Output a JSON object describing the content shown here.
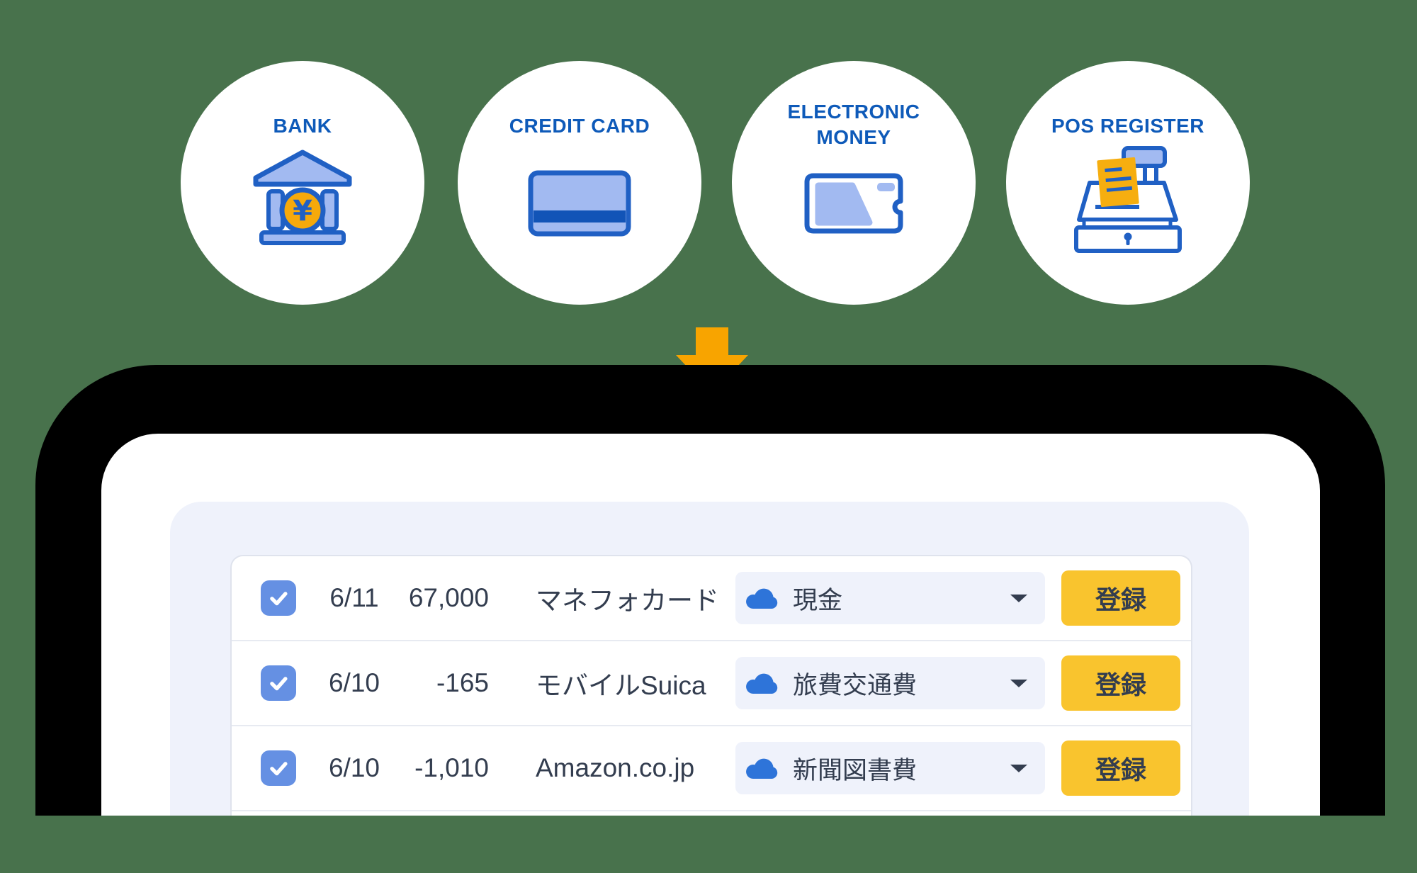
{
  "sources": [
    {
      "label": "BANK",
      "icon": "bank-icon"
    },
    {
      "label": "CREDIT CARD",
      "icon": "credit-card-icon"
    },
    {
      "label": "ELECTRONIC MONEY",
      "icon": "electronic-money-icon"
    },
    {
      "label": "POS REGISTER",
      "icon": "pos-register-icon"
    }
  ],
  "arrow": {
    "icon": "down-arrow",
    "color": "#F8A400"
  },
  "table": {
    "register_label": "登録",
    "rows": [
      {
        "date": "6/11",
        "amount": "67,000",
        "name": "マネフォカード",
        "category": "現金"
      },
      {
        "date": "6/10",
        "amount": "-165",
        "name": "モバイルSuica",
        "category": "旅費交通費"
      },
      {
        "date": "6/10",
        "amount": "-1,010",
        "name": "Amazon.co.jp",
        "category": "新聞図書費"
      }
    ]
  },
  "colors": {
    "background_green": "#48724C",
    "frame_black": "#000000",
    "panel_lavender": "#EFF2FB",
    "checkbox_blue": "#6590E3",
    "text_navy": "#333D4F",
    "label_blue": "#0E5AB9",
    "icon_stroke_blue": "#2060C4",
    "icon_fill_blue": "#A2BAF1",
    "coin_yellow": "#F6A90B",
    "arrow_orange": "#F8A400",
    "button_yellow": "#F9C42E",
    "cloud_blue": "#2E74D9"
  }
}
